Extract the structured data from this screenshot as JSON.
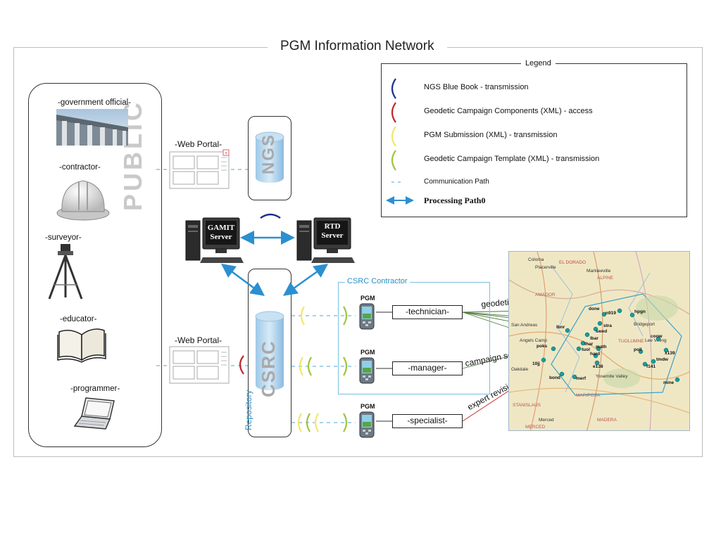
{
  "title": "PGM Information Network",
  "public": {
    "label": "PUBLIC",
    "roles": [
      "-government official-",
      "-contractor-",
      "-surveyor-",
      "-educator-",
      "-programmer-"
    ]
  },
  "web_portal_label": "-Web Portal-",
  "ngs_label": "NGS",
  "csrc_label": "CSRC",
  "repository_label": "Repository",
  "servers": {
    "gamit": [
      "GAMIT",
      "Server"
    ],
    "rtd": [
      "RTD",
      "Server"
    ]
  },
  "contractor": {
    "label": "CSRC Contractor",
    "pgm_label": "PGM",
    "roles": [
      "-technician-",
      "-manager-",
      "-specialist-"
    ]
  },
  "legend": {
    "title": "Legend",
    "items": [
      "NGS Blue Book - transmission",
      "Geodetic Campaign Components (XML) - access",
      "PGM Submission (XML) - transmission",
      "Geodetic Campaign Template (XML) - transmission",
      "Communication Path",
      "Processing Path0"
    ]
  },
  "annotations": {
    "geodetic_occupations": "geodetic occupations",
    "campaign_setup": "campaign setup",
    "expert_revision": "expert revision"
  },
  "map": {
    "places": [
      "Coloma",
      "Placerville",
      "EL DORADO",
      "Markleeville",
      "ALPINE",
      "AMADOR",
      "San Andreas",
      "Angels Camp",
      "TUOLUMNE",
      "Bridgeport",
      "Lee Vining",
      "Oakdale",
      "Yosemite Valley",
      "STANISLAUS",
      "MARIPOSA",
      "Merced",
      "MADERA",
      "MERCED"
    ],
    "stations": [
      "done",
      "n919",
      "hpgn",
      "stra",
      "swed",
      "lbar",
      "lbnr",
      "thar",
      "tuol",
      "math",
      "hard",
      "poll",
      "coow",
      "x139",
      "tmdw",
      "f141",
      "e138",
      "poks",
      "10jj",
      "bond",
      "merf",
      "mine"
    ]
  },
  "colors": {
    "blue_book": "#1c2f8a",
    "components": "#c0272d",
    "submission": "#f2e76a",
    "template": "#9dc63b",
    "communication": "#6fb6dd",
    "processing": "#2b8fd1"
  }
}
